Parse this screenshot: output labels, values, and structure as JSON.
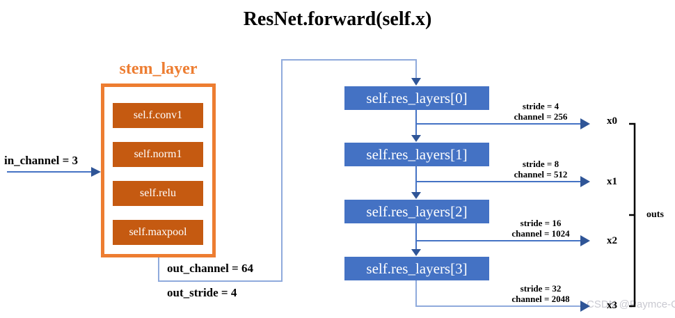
{
  "title": "ResNet.forward(self.x)",
  "stem": {
    "label": "stem_layer",
    "blocks": [
      "sel.f.conv1",
      "self.norm1",
      "self.relu",
      "self.maxpool"
    ],
    "in_label": "in_channel = 3",
    "out_channel_label": "out_channel = 64",
    "out_stride_label": "out_stride = 4"
  },
  "res_layers": [
    {
      "label": "self.res_layers[0]",
      "stride": "stride = 4",
      "channel": "channel = 256",
      "out": "x0"
    },
    {
      "label": "self.res_layers[1]",
      "stride": "stride = 8",
      "channel": "channel = 512",
      "out": "x1"
    },
    {
      "label": "self.res_layers[2]",
      "stride": "stride = 16",
      "channel": "channel = 1024",
      "out": "x2"
    },
    {
      "label": "self.res_layers[3]",
      "stride": "stride = 32",
      "channel": "channel = 2048",
      "out": "x3"
    }
  ],
  "outs_label": "outs",
  "watermark": "CSDN @Paymce-Q",
  "colors": {
    "orange_border": "#ED7D31",
    "orange_fill": "#C55A11",
    "blue_box": "#4472C4",
    "connector_light_blue": "#8FAADC",
    "arrow_blue": "#4472C4",
    "arrow_head_blue": "#2F5597",
    "bracket_black": "#000000",
    "watermark_gray": "#C9C9D1"
  }
}
